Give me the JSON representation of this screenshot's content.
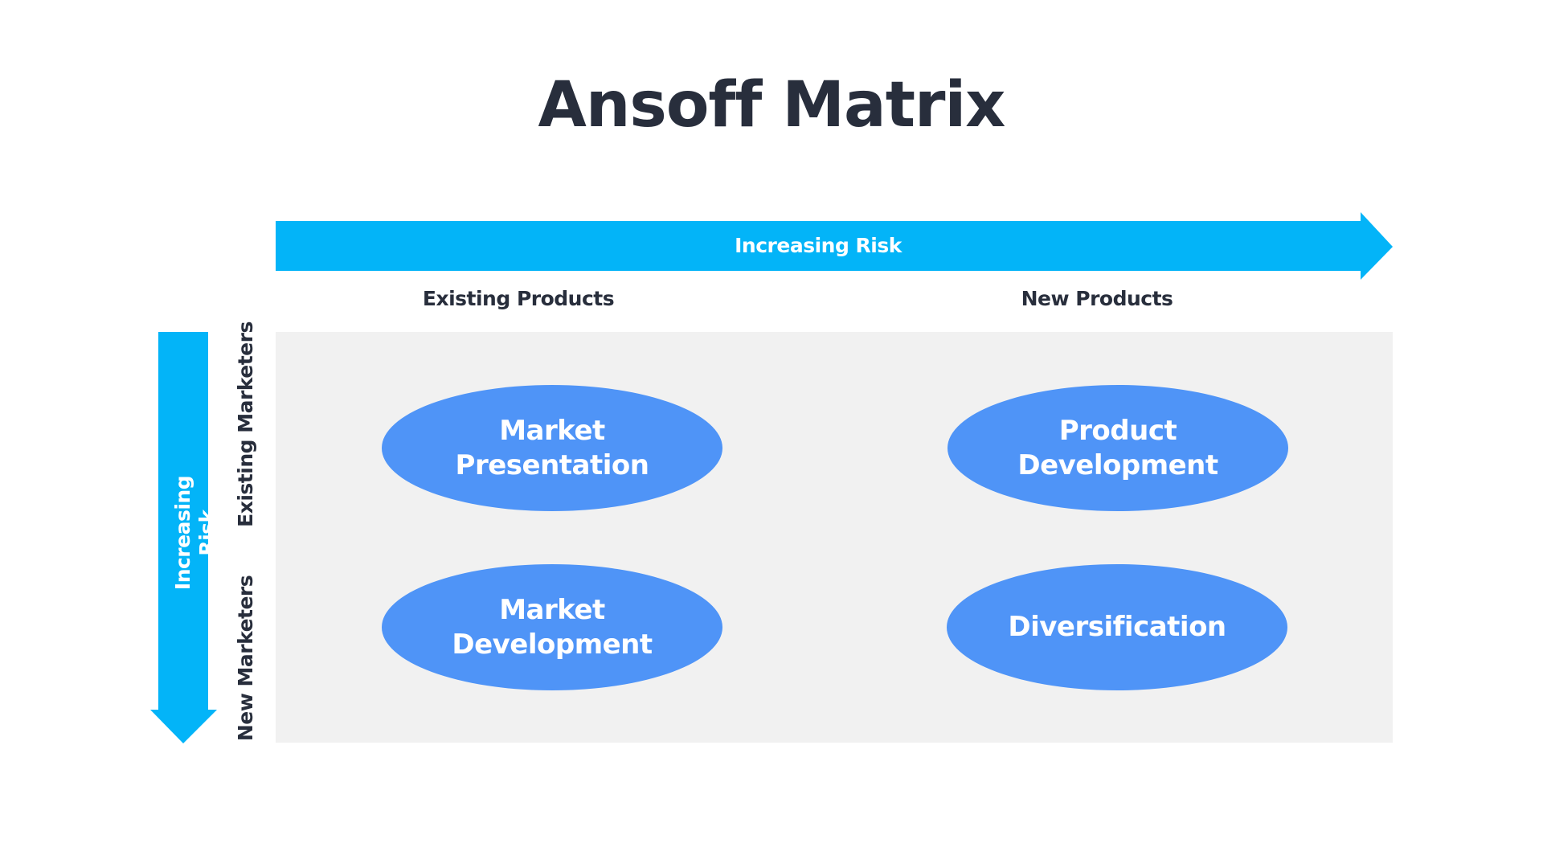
{
  "title": "Ansoff Matrix",
  "colors": {
    "arrow": "#03b4f8",
    "ellipse": "#4f94f7",
    "matrix_background": "#f1f1f1",
    "text_dark": "#282e3c",
    "text_light": "#ffffff"
  },
  "horizontal_axis": {
    "arrow_label": "Increasing Risk",
    "columns": [
      "Existing Products",
      "New Products"
    ]
  },
  "vertical_axis": {
    "arrow_label": "Increasing Risk",
    "rows": [
      "Existing Marketers",
      "New Marketers"
    ]
  },
  "quadrants": [
    {
      "position": "top-left",
      "lines": [
        "Market",
        "Presentation"
      ]
    },
    {
      "position": "top-right",
      "lines": [
        "Product",
        "Development"
      ]
    },
    {
      "position": "bottom-left",
      "lines": [
        "Market",
        "Development"
      ]
    },
    {
      "position": "bottom-right",
      "lines": [
        "Diversification"
      ]
    }
  ]
}
